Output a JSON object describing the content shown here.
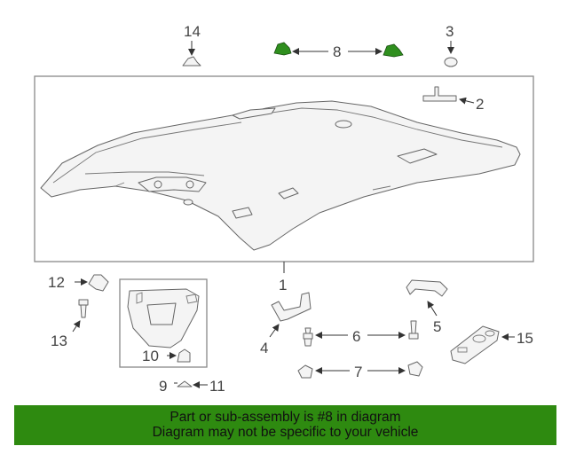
{
  "callouts": {
    "c1": "1",
    "c2": "2",
    "c3": "3",
    "c4": "4",
    "c5": "5",
    "c6": "6",
    "c7": "7",
    "c8": "8",
    "c9": "9",
    "c10": "10",
    "c11": "11",
    "c12": "12",
    "c13": "13",
    "c14": "14",
    "c15": "15"
  },
  "banner": {
    "line1": "Part or sub-assembly is #8 in diagram",
    "line2": "Diagram may not be specific to your vehicle"
  },
  "colors": {
    "highlight_part": "#2f8f1e",
    "banner_bg": "#2e8a10"
  }
}
